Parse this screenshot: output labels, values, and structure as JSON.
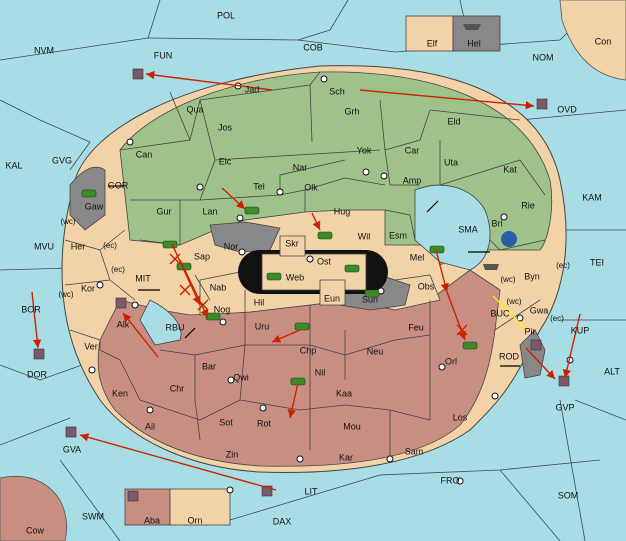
{
  "colors": {
    "sea": "#a8dde6",
    "outer_land": "#f2d3a8",
    "north_power": "#9fc28a",
    "south_power": "#c98e82",
    "neutral": "#f2d3a8",
    "grey": "#888888",
    "order_arrow": "#cc2200",
    "support_arrow": "#ffee00",
    "border": "#444444"
  },
  "sea_regions": {
    "pol": "POL",
    "nvm": "NVM",
    "fun": "FUN",
    "cob": "COB",
    "nom": "NOM",
    "con": "Con",
    "kal": "KAL",
    "gvg": "GVG",
    "gor": "GOR",
    "mvu": "MVU",
    "bor": "BOR",
    "dor": "DOR",
    "mit": "MIT",
    "rbu": "RBU",
    "kam": "KAM",
    "sma": "SMA",
    "tei": "TEI",
    "buc": "BUC",
    "rod": "ROD",
    "kup": "KUP",
    "alt": "ALT",
    "gvp": "GVP",
    "gva": "GVA",
    "lit": "LIT",
    "fro": "FRO",
    "som": "SOM",
    "swm": "SWM",
    "dax": "DAX",
    "ovd": "OVD",
    "cow": "Cow"
  },
  "land_regions": {
    "elf": "Elf",
    "hel": "Hel",
    "jad": "Jad",
    "sch": "Sch",
    "qua": "Qua",
    "jos": "Jos",
    "grh": "Grh",
    "eld": "Eld",
    "can": "Can",
    "yok": "Yok",
    "car": "Car",
    "uta": "Uta",
    "elc": "Elc",
    "nar": "Nar",
    "kat": "Kat",
    "tel": "Tel",
    "olk": "Olk",
    "amp": "Amp",
    "gaw": "Gaw",
    "gur": "Gur",
    "lan": "Lan",
    "hug": "Hug",
    "rie": "Rie",
    "bri": "Bri",
    "nor": "Nor",
    "skr": "Skr",
    "wil": "Wil",
    "esm": "Esm",
    "her": "Her",
    "sap": "Sap",
    "ost": "Ost",
    "web": "Web",
    "mel": "Mel",
    "byn": "Byn",
    "kor": "Kor",
    "nab": "Nab",
    "eun": "Eun",
    "obs": "Obs",
    "hil": "Hil",
    "sun": "Sun",
    "gwa": "Gwa",
    "alk": "Alk",
    "nog": "Nog",
    "uru": "Uru",
    "feu": "Feu",
    "pir": "Pir",
    "ver": "Ver",
    "chp": "Chp",
    "neu": "Neu",
    "bar": "Bar",
    "qwi": "Qwi",
    "orl": "Orl",
    "ken": "Ken",
    "chr": "Chr",
    "nil": "Nil",
    "kaa": "Kaa",
    "ail": "Ail",
    "sot": "Sot",
    "rot": "Rot",
    "mou": "Mou",
    "los": "Los",
    "zin": "Zin",
    "kar": "Kar",
    "sam": "Sam",
    "aba": "Aba",
    "orn": "Orn"
  },
  "coast_labels": {
    "wc": "(wc)",
    "ec": "(ec)"
  }
}
